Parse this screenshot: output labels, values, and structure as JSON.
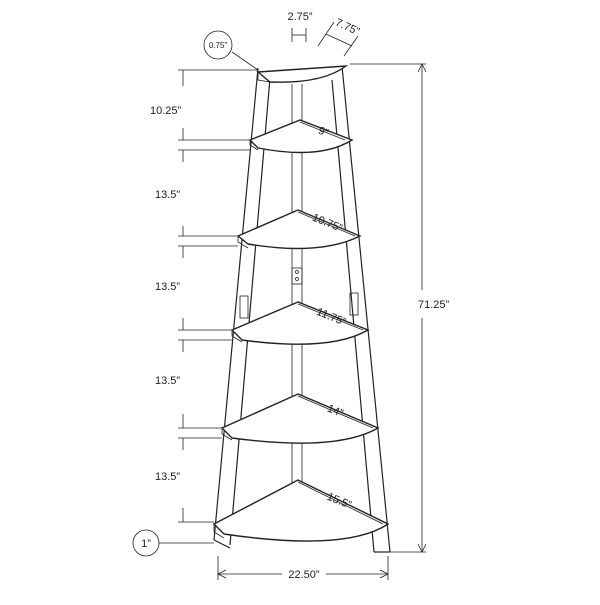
{
  "labels": {
    "top_depth": "2.75”",
    "top_width": "7.75”",
    "top_thickness": "0.75”",
    "leg_foot": "1”",
    "total_height": "71.25”",
    "total_width": "22.50”",
    "gap_1": "10.25”",
    "gap_2": "13.5”",
    "gap_3": "13.5”",
    "gap_4": "13.5”",
    "gap_5": "13.5”",
    "shelf_1": "9”",
    "shelf_2": "10.75”",
    "shelf_3": "11.75”",
    "shelf_4": "14”",
    "shelf_5": "15.5”"
  }
}
